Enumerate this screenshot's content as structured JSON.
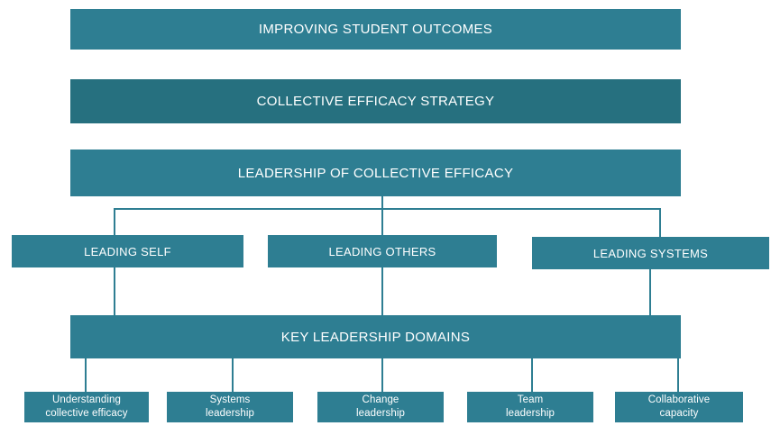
{
  "diagram": {
    "title_boxes": {
      "outcomes": "IMPROVING STUDENT OUTCOMES",
      "strategy": "COLLECTIVE EFFICACY STRATEGY",
      "leadership": "LEADERSHIP OF COLLECTIVE EFFICACY",
      "domains": "KEY LEADERSHIP DOMAINS"
    },
    "leading_boxes": {
      "self": "LEADING SELF",
      "others": "LEADING OTHERS",
      "systems": "LEADING SYSTEMS"
    },
    "domain_items": [
      {
        "line1": "Understanding",
        "line2": "collective efficacy"
      },
      {
        "line1": "Systems",
        "line2": "leadership"
      },
      {
        "line1": "Change",
        "line2": "leadership"
      },
      {
        "line1": "Team",
        "line2": "leadership"
      },
      {
        "line1": "Collaborative",
        "line2": "capacity"
      }
    ],
    "colors": {
      "box_teal": "#2E7E92",
      "box_teal_dark": "#26707F",
      "connector": "#2E7E92",
      "text": "#FFFFFF",
      "background": "#FFFFFF"
    }
  }
}
